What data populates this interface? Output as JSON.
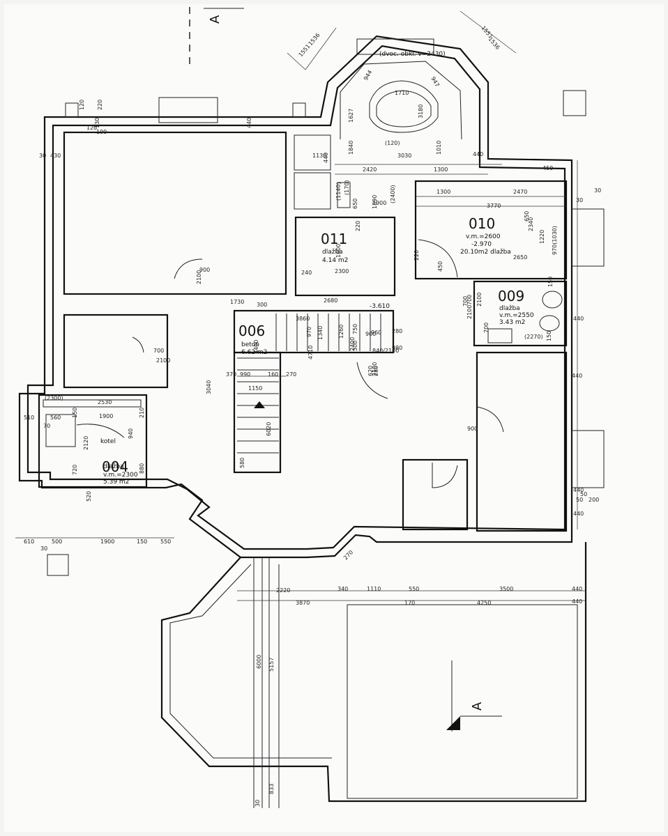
{
  "rooms": [
    {
      "id": "004",
      "lines": [
        "kotel",
        "dlažba",
        "v.m.=2300",
        "5.39 m2"
      ]
    },
    {
      "id": "006",
      "lines": [
        "beton",
        "6.62 m2"
      ]
    },
    {
      "id": "009",
      "lines": [
        "dlažba",
        "v.m.=2550",
        "3.43 m2"
      ]
    },
    {
      "id": "010",
      "lines": [
        "v.m.=2600",
        "-2.970",
        "20.10m2 dlažba"
      ]
    },
    {
      "id": "011",
      "lines": [
        "dlažba",
        "4.14 m2"
      ]
    }
  ],
  "section_mark": "A",
  "bay_note": "(dvoc. obkl. v=2430)",
  "level_marks": [
    "-3.610",
    "-2.970"
  ],
  "dimensions": {
    "bay": [
      "1551",
      "1536",
      "1551",
      "1536",
      "944",
      "947",
      "1710",
      "1627",
      "3180",
      "(120)",
      "3030",
      "1010",
      "1840"
    ],
    "top_row": [
      "120",
      "220",
      "120",
      "440",
      "190",
      "130",
      "30",
      "430",
      "440",
      "440",
      "2420",
      "1300",
      "1300",
      "30",
      "450",
      "1130",
      "(1140)",
      "(170)"
    ],
    "rooms_010": [
      "2470",
      "3770",
      "650",
      "2340",
      "1220",
      "2650",
      "970(1030)",
      "220",
      "450",
      "30"
    ],
    "rooms_011": [
      "2300",
      "1900",
      "220",
      "650",
      "1890",
      "(2400)",
      "240",
      "1600"
    ],
    "stairs": [
      "1730",
      "300",
      "2680",
      "3860",
      "970",
      "1340",
      "1260",
      "4710",
      "2400",
      "980",
      "960",
      "280",
      "900",
      "840/2100",
      "280",
      "750",
      "300",
      "990",
      "160",
      "270",
      "370",
      "1150",
      "3400",
      "6020",
      "3040",
      "580"
    ],
    "doors": [
      "900",
      "2100",
      "700",
      "2100",
      "620",
      "2100",
      "700",
      "2100",
      "700",
      "900"
    ],
    "room_004": [
      "(2300)",
      "2530",
      "560",
      "1900",
      "510",
      "70",
      "150",
      "940",
      "880",
      "720",
      "210",
      "520",
      "2120"
    ],
    "room_009": [
      "150",
      "700",
      "2100",
      "150",
      "(2270)"
    ],
    "right": [
      "440",
      "440",
      "440",
      "440",
      "200",
      "50",
      "50"
    ],
    "bottom_left": [
      "610",
      "500",
      "1900",
      "150",
      "550",
      "30"
    ],
    "lower_hall": [
      "2220",
      "340",
      "1110",
      "550",
      "3500",
      "440",
      "3870",
      "170",
      "4250",
      "440",
      "270",
      "6000",
      "5157",
      "833",
      "30"
    ]
  }
}
